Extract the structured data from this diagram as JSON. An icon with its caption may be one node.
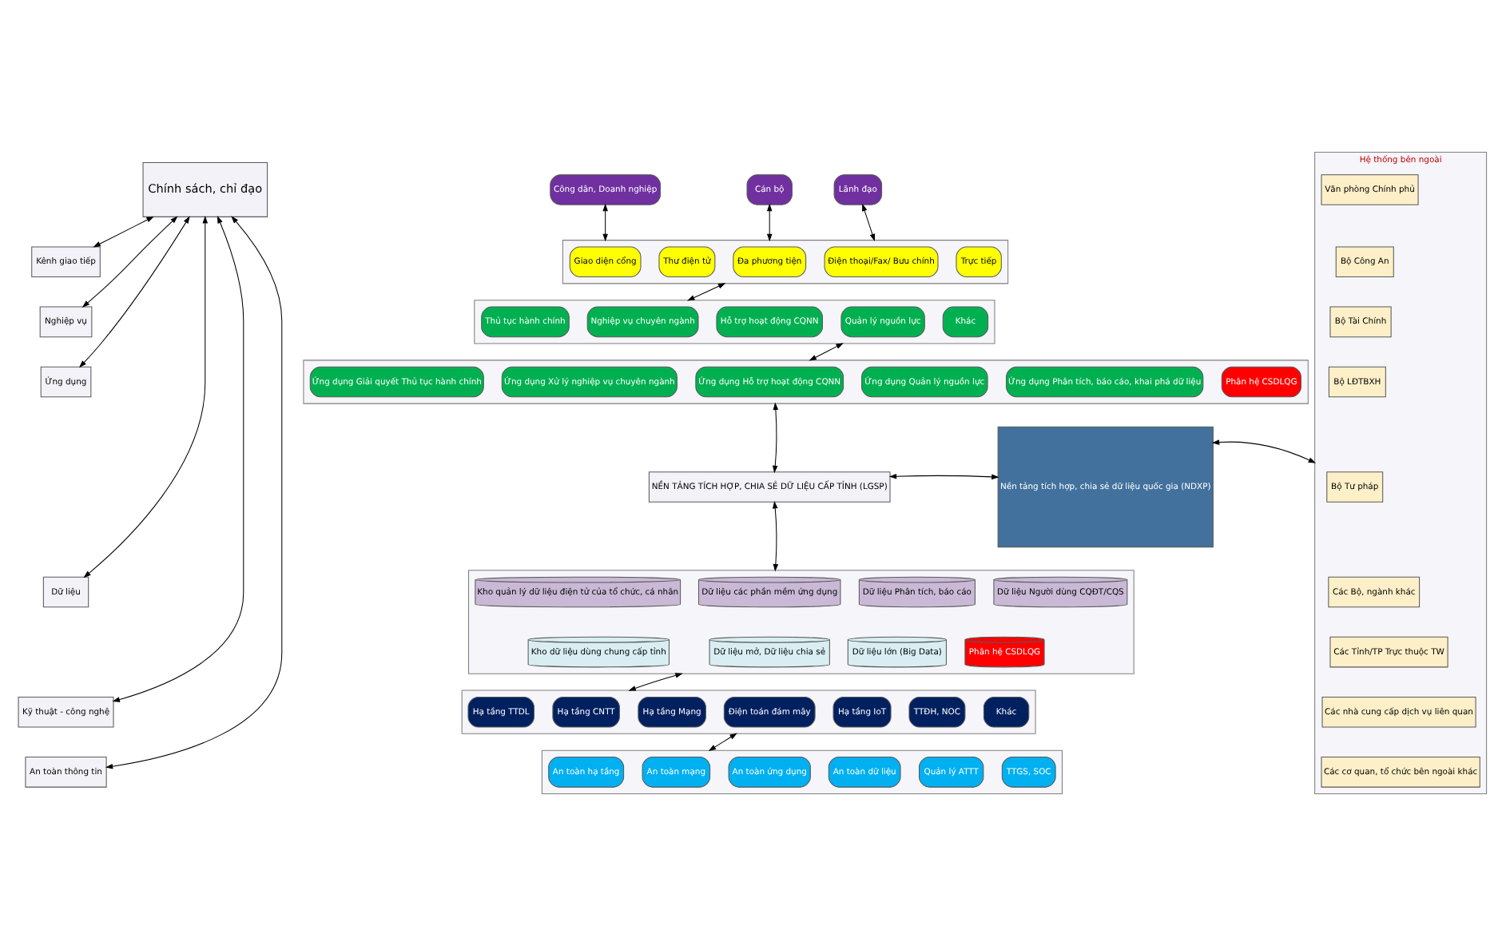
{
  "diagram": {
    "nodes": [
      {
        "text": [
          "Công dân, Doanh nghiệp"
        ]
      },
      {
        "text": [
          "Cán bộ"
        ]
      },
      {
        "text": [
          "Lãnh đạo"
        ]
      },
      {
        "text": [
          "Chính sách, chỉ đạo"
        ]
      },
      {
        "text": [
          "Kênh giao tiếp"
        ]
      },
      {
        "text": [],
        "shape": "box"
      },
      {
        "text": [
          "Giao diện cổng"
        ],
        "in": 5
      },
      {
        "text": [
          "Thư điện tử"
        ],
        "in": 5
      },
      {
        "text": [
          "Đa phương tiện"
        ],
        "in": 5
      },
      {
        "text": [
          "Điện thoại/Fax/ Bưu chính"
        ],
        "in": 5
      },
      {
        "text": [
          "Trực tiếp"
        ],
        "in": 5
      },
      {
        "text": [
          "Nghiệp vụ"
        ]
      },
      {
        "text": [],
        "shape": "box"
      },
      {
        "text": [
          "Thủ tục hành chính"
        ],
        "in": 12
      },
      {
        "text": [
          "Nghiệp vụ chuyên ngành"
        ],
        "in": 12
      },
      {
        "text": [
          "Hỗ trợ hoạt động CQNN"
        ],
        "in": 12
      },
      {
        "text": [
          "Quản lý nguồn lực"
        ],
        "in": 12
      },
      {
        "text": [
          "Khác"
        ],
        "in": 12
      },
      {
        "text": [
          "Ứng dụng"
        ]
      },
      {
        "text": [],
        "shape": "box"
      },
      {
        "text": [
          "Ứng dụng Giải quyết Thủ tục hành chính"
        ],
        "in": 19
      },
      {
        "text": [
          "Ứng dụng Xử lý nghiệp vụ chuyên ngành"
        ],
        "in": 19
      },
      {
        "text": [
          "Ứng dụng Hỗ trợ hoạt động CQNN"
        ],
        "in": 19
      },
      {
        "text": [
          "Ứng dụng Quản lý nguồn lực"
        ],
        "in": 19
      },
      {
        "text": [
          "Ứng dụng Phân tích, báo cáo, khai phá dữ liệu"
        ],
        "in": 19
      },
      {
        "text": [
          "Phân hệ CSDLQG"
        ],
        "in": 19
      },
      {
        "text": [
          "NỀN TẢNG TÍCH HỢP, CHIA SẺ DỮ LIỆU CẤP TỈNH (LGSP)"
        ]
      },
      {
        "text": [
          "Dữ liệu"
        ]
      },
      {
        "text": [],
        "shape": "box"
      },
      {
        "text": [
          "Kho quản lý dữ liệu điện tử của tổ chức, cá nhân"
        ],
        "in": 28
      },
      {
        "text": [
          "Dữ liệu các phần mềm ứng dụng"
        ],
        "in": 28
      },
      {
        "text": [
          "Dữ liệu Phân tích, báo cáo"
        ],
        "in": 28
      },
      {
        "text": [
          "Dữ liệu Người dùng CQĐT/CQS"
        ],
        "in": 28
      },
      {
        "text": [
          "Kho dữ liệu dùng chung cấp tỉnh"
        ],
        "in": 28
      },
      {
        "text": [
          "Dữ liệu mở, Dữ liệu chia sẻ"
        ],
        "in": 28
      },
      {
        "text": [
          "Dữ liệu lớn (Big Data)"
        ],
        "in": 28
      },
      {
        "text": [
          "Phân hệ CSDLQG"
        ],
        "in": 28
      },
      {
        "text": [
          "Kỹ thuật - công nghệ"
        ]
      },
      {
        "text": [],
        "shape": "box"
      },
      {
        "text": [
          "Hạ tầng TTDL"
        ],
        "in": 38
      },
      {
        "text": [
          "Hạ tầng CNTT"
        ],
        "in": 38
      },
      {
        "text": [
          "Hạ tầng Mạng"
        ],
        "in": 38
      },
      {
        "text": [
          "Điện toán đám mây"
        ],
        "in": 38
      },
      {
        "text": [
          "Hạ tầng IoT"
        ],
        "in": 38
      },
      {
        "text": [
          "TTĐH, NOC"
        ],
        "in": 38
      },
      {
        "text": [
          "Khác"
        ],
        "in": 38
      },
      {
        "text": [
          "An toàn thông tin"
        ]
      },
      {
        "text": [],
        "shape": "box"
      },
      {
        "text": [
          "An toàn hạ tầng"
        ],
        "in": 47
      },
      {
        "text": [
          "An toàn mạng"
        ],
        "in": 47
      },
      {
        "text": [
          "An toàn ứng dụng"
        ],
        "in": 47
      },
      {
        "text": [
          "An toàn dữ liệu"
        ],
        "in": 47
      },
      {
        "text": [
          "Quản lý ATTT"
        ],
        "in": 47
      },
      {
        "text": [
          "TTGS, SOC"
        ],
        "in": 47
      },
      {
        "text": [
          "Nền tảng tích hợp, chia sẻ dữ liệu quốc gia (NDXP)"
        ]
      },
      {
        "text": [
          "Hệ thống bên ngoài"
        ]
      },
      {
        "text": [
          "Văn phòng Chính phủ"
        ],
        "in": 55
      },
      {
        "text": [
          "Bộ Công An"
        ],
        "in": 55
      },
      {
        "text": [
          "Bộ Tài Chính"
        ],
        "in": 55
      },
      {
        "text": [
          "Bộ LĐTBXH"
        ],
        "in": 55
      },
      {
        "text": [
          "Bộ Tư pháp"
        ],
        "in": 55
      },
      {
        "text": [
          "Các Bộ, ngành khác"
        ],
        "in": 55
      },
      {
        "text": [
          "Các Tỉnh/TP Trực thuộc TW"
        ],
        "in": 55
      },
      {
        "text": [
          "Các nhà cung cấp dịch vụ liên quan"
        ],
        "in": 55
      },
      {
        "text": [
          "Các cơ quan, tổ chức bên ngoài khác"
        ],
        "in": 55
      }
    ],
    "edges": [
      {
        "from": 0,
        "to": 5,
        "arrow": "both"
      },
      {
        "from": 1,
        "to": 5,
        "arrow": "both"
      },
      {
        "from": 2,
        "to": 5,
        "arrow": "both"
      },
      {
        "from": 5,
        "to": 12,
        "arrow": "both"
      },
      {
        "from": 12,
        "to": 19,
        "arrow": "both"
      },
      {
        "from": 19,
        "to": 26,
        "arrow": "both"
      },
      {
        "from": 26,
        "to": 28,
        "arrow": "both"
      },
      {
        "from": 28,
        "to": 38,
        "arrow": "both"
      },
      {
        "from": 38,
        "to": 47,
        "arrow": "both"
      },
      {
        "from": 26,
        "to": 54,
        "arrow": "both"
      },
      {
        "from": 54,
        "to": 55,
        "arrow": "both"
      },
      {
        "from": 3,
        "to": 4,
        "arrow": "both"
      },
      {
        "from": 3,
        "to": 11,
        "arrow": "both"
      },
      {
        "from": 3,
        "to": 18,
        "arrow": "both"
      },
      {
        "from": 3,
        "to": 27,
        "arrow": "both"
      },
      {
        "from": 3,
        "to": 37,
        "arrow": "both"
      },
      {
        "from": 3,
        "to": 46,
        "arrow": "both"
      }
    ]
  }
}
